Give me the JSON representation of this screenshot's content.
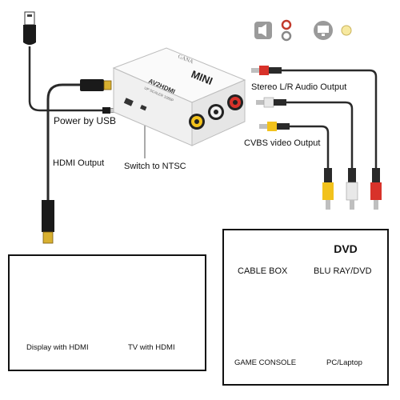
{
  "converter": {
    "brand": "GANA",
    "model": "MINI",
    "name": "AV2HDMI",
    "sub": "UP SCALER 1080P"
  },
  "labels": {
    "stereo_audio": "Stereo L/R Audio Output",
    "power_usb": "Power by USB",
    "cvbs_video": "CVBS video Output",
    "hdmi_output": "HDMI Output",
    "switch_ntsc": "Switch to NTSC"
  },
  "hdmi_devices": {
    "display": "Display with HDMI",
    "tv": "TV with HDMI"
  },
  "av_devices": {
    "cable_box": "CABLE BOX",
    "dvd_badge": "DVD",
    "blu_ray": "BLU RAY/DVD",
    "game_console": "GAME CONSOLE",
    "pc_laptop": "PC/Laptop"
  },
  "colors": {
    "cable": "#2a2a2a",
    "red_rca": "#d8322a",
    "white_rca": "#e8e8e8",
    "yellow_rca": "#f2c21c",
    "converter_body": "#f7f7f7"
  },
  "icons": [
    "speaker-icon",
    "audio-jack-icon",
    "monitor-icon",
    "video-dot-icon"
  ]
}
